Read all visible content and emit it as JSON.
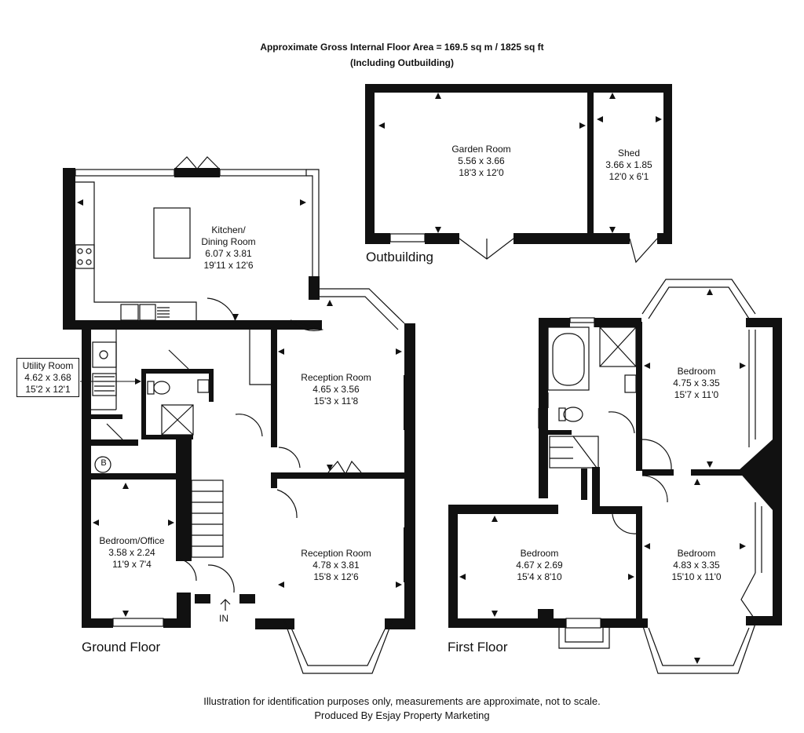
{
  "header": {
    "line1": "Approximate Gross Internal Floor Area  = 169.5 sq m  / 1825 sq ft",
    "line2": "(Including Outbuilding)"
  },
  "floors": {
    "outbuilding": "Outbuilding",
    "ground": "Ground Floor",
    "first": "First Floor"
  },
  "rooms": {
    "garden_room": {
      "name": "Garden Room",
      "metric": "5.56 x 3.66",
      "imperial": "18'3 x 12'0"
    },
    "shed": {
      "name": "Shed",
      "metric": "3.66 x 1.85",
      "imperial": "12'0 x 6'1"
    },
    "kitchen": {
      "name": "Kitchen/",
      "name2": "Dining Room",
      "metric": "6.07 x 3.81",
      "imperial": "19'11 x 12'6"
    },
    "utility": {
      "name": "Utility Room",
      "metric": "4.62 x 3.68",
      "imperial": "15'2 x 12'1"
    },
    "reception1": {
      "name": "Reception Room",
      "metric": "4.65 x 3.56",
      "imperial": "15'3 x 11'8"
    },
    "reception2": {
      "name": "Reception Room",
      "metric": "4.78 x 3.81",
      "imperial": "15'8 x 12'6"
    },
    "office": {
      "name": "Bedroom/Office",
      "metric": "3.58 x 2.24",
      "imperial": "11'9 x 7'4"
    },
    "bed_tr": {
      "name": "Bedroom",
      "metric": "4.75 x 3.35",
      "imperial": "15'7 x 11'0"
    },
    "bed_left": {
      "name": "Bedroom",
      "metric": "4.67 x 2.69",
      "imperial": "15'4 x 8'10"
    },
    "bed_br": {
      "name": "Bedroom",
      "metric": "4.83 x 3.35",
      "imperial": "15'10 x 11'0"
    }
  },
  "labels": {
    "boiler": "B",
    "entrance": "IN"
  },
  "footer": {
    "line1": "Illustration for identification purposes only, measurements are approximate, not to scale.",
    "line2": "Produced By Esjay Property Marketing"
  }
}
